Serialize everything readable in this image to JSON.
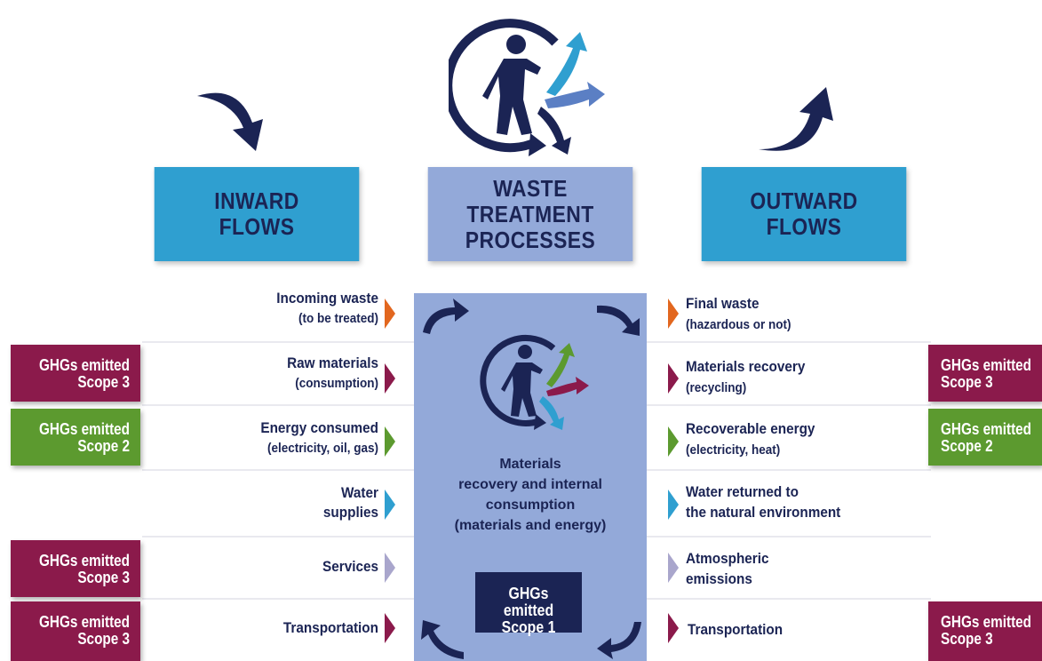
{
  "headers": {
    "inward": "INWARD\nFLOWS",
    "waste": "WASTE\nTREATMENT\nPROCESSES",
    "outward": "OUTWARD\nFLOWS"
  },
  "colors": {
    "navy": "#1b2454",
    "header_blue": "#2f9fd0",
    "panel_lavender": "#93a9d9",
    "ghg_purple": "#8b1a4b",
    "ghg_green": "#5c9a2f",
    "arrow_orange": "#e2671f",
    "arrow_purple": "#8b1a4b",
    "arrow_green": "#5c9a2f",
    "arrow_blue": "#2f9fd0",
    "arrow_lavender": "#a9a6cc"
  },
  "icons": {
    "hero": "person-recycling-icon",
    "center": "person-recycling-icon",
    "inward_arrow": "curved-arrow-down-icon",
    "outward_arrow": "curved-arrow-up-icon"
  },
  "inward_rows": [
    {
      "title": "Incoming waste",
      "sub": "(to be treated)",
      "arrow_color": "#e2671f"
    },
    {
      "title": "Raw materials",
      "sub": "(consumption)",
      "arrow_color": "#8b1a4b"
    },
    {
      "title": "Energy consumed",
      "sub": "(electricity, oil, gas)",
      "arrow_color": "#5c9a2f"
    },
    {
      "title": "Water",
      "sub": "supplies",
      "arrow_color": "#2f9fd0"
    },
    {
      "title": "Services",
      "sub": "",
      "arrow_color": "#a9a6cc"
    },
    {
      "title": "Transportation",
      "sub": "",
      "arrow_color": "#8b1a4b"
    }
  ],
  "outward_rows": [
    {
      "title": "Final waste",
      "sub": "(hazardous or not)",
      "arrow_color": "#e2671f"
    },
    {
      "title": "Materials recovery",
      "sub": "(recycling)",
      "arrow_color": "#8b1a4b"
    },
    {
      "title": "Recoverable energy",
      "sub": "(electricity, heat)",
      "arrow_color": "#5c9a2f"
    },
    {
      "title": "Water returned to",
      "sub": "the natural environment",
      "arrow_color": "#2f9fd0"
    },
    {
      "title": "Atmospheric",
      "sub": "emissions",
      "arrow_color": "#a9a6cc"
    },
    {
      "title": "Transportation",
      "sub": "",
      "arrow_color": "#8b1a4b"
    }
  ],
  "ghg_left": [
    {
      "text": "GHGs emitted\nScope 3",
      "color": "#8b1a4b"
    },
    {
      "text": "GHGs emitted\nScope 2",
      "color": "#5c9a2f"
    },
    {
      "text": "GHGs emitted\nScope 3",
      "color": "#8b1a4b"
    },
    {
      "text": "GHGs emitted\nScope 3",
      "color": "#8b1a4b"
    }
  ],
  "ghg_right": [
    {
      "text": "GHGs emitted\nScope 3",
      "color": "#8b1a4b"
    },
    {
      "text": "GHGs emitted\nScope 2",
      "color": "#5c9a2f"
    },
    {
      "text": "GHGs emitted\nScope 3",
      "color": "#8b1a4b"
    }
  ],
  "center": {
    "text": "Materials\nrecovery and internal\nconsumption\n(materials and energy)",
    "scope1": "GHGs emitted\nScope 1"
  }
}
